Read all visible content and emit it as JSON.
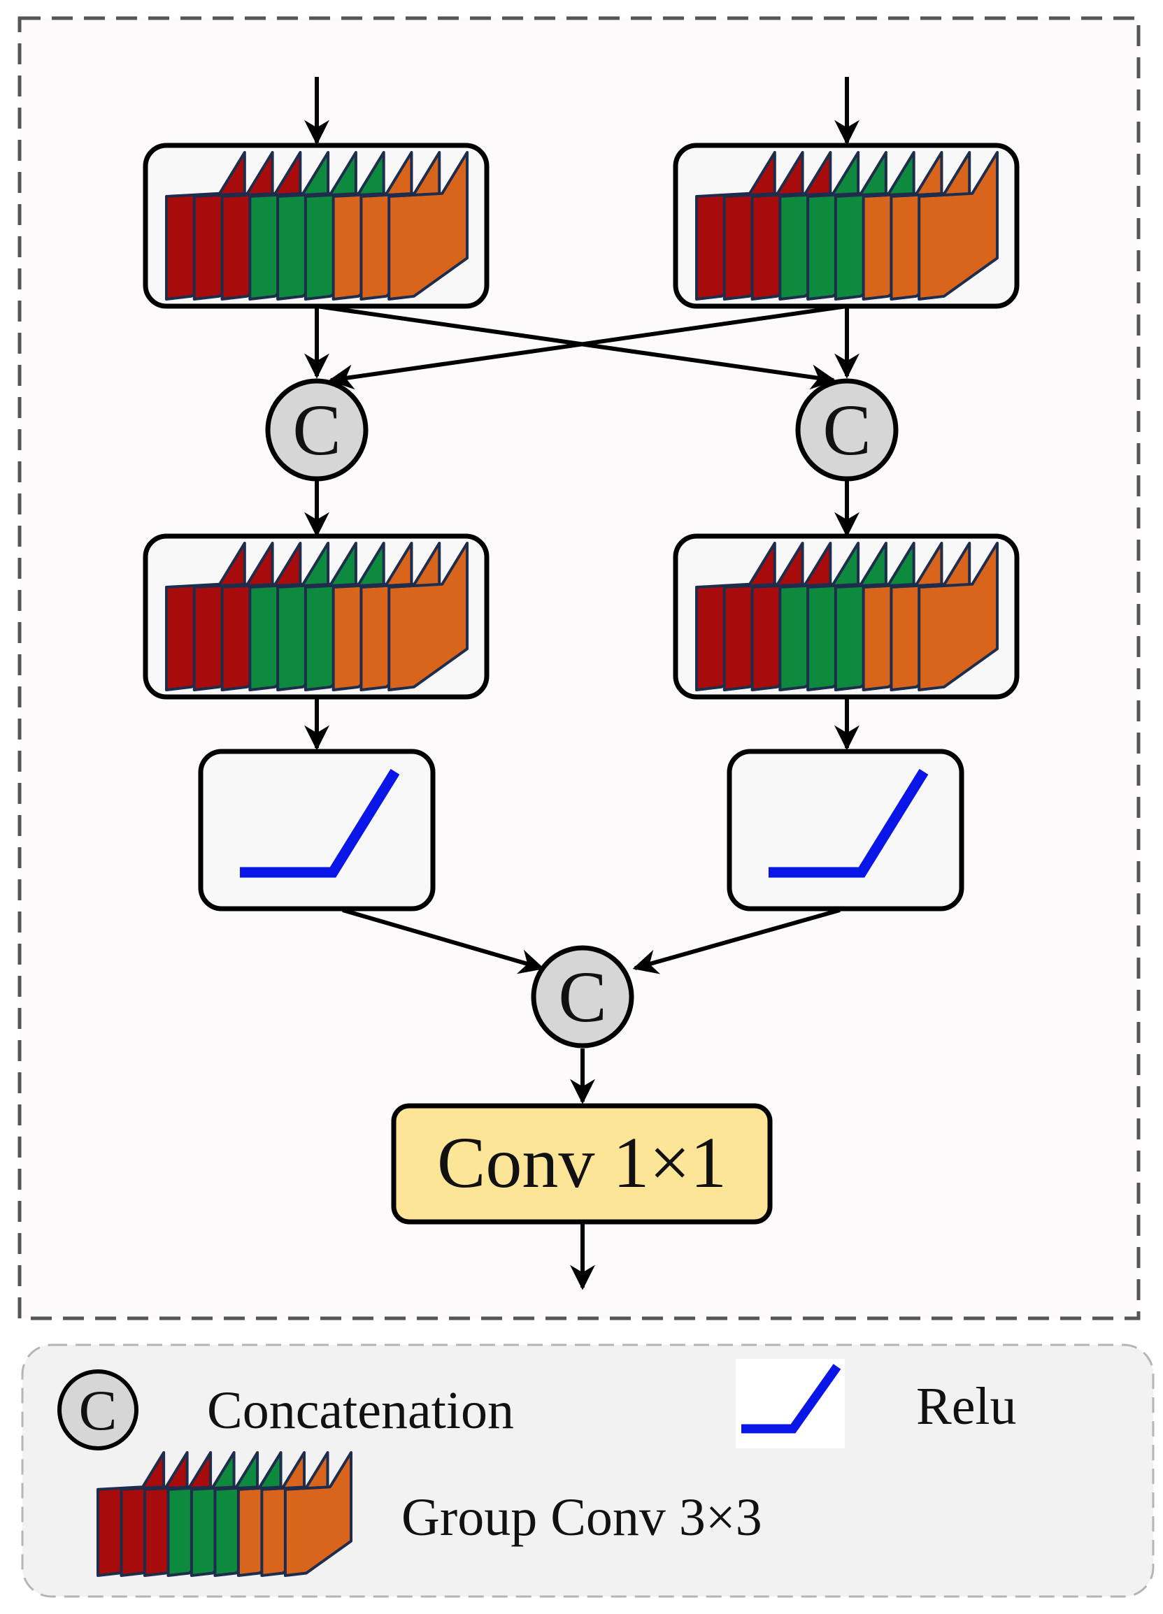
{
  "colors": {
    "page_background": "#ffffff",
    "panel_background": "#fdfafb",
    "legend_background": "#f2f2f2",
    "dashed_border": "#555555",
    "legend_border": "#b5b5b5",
    "block_background": "#f7f8f7",
    "conv_fill": "#fde597",
    "concat_fill": "#d6d6d6",
    "relu_line": "#0a15e8",
    "arrow": "#000000",
    "slice_red": "#a80b0b",
    "slice_green": "#0d8a3d",
    "slice_orange": "#d9651d",
    "slice_outline": "#1f2d4d"
  },
  "icons": {
    "concatenation": "circled-c-icon",
    "relu": "relu-curve-icon",
    "group_conv": "stacked-feature-maps-icon"
  },
  "nodes": {
    "concat_symbol": "C",
    "conv_label": "Conv 1×1"
  },
  "legend": {
    "concat_symbol": "C",
    "concatenation_label": "Concatenation",
    "relu_label": "Relu",
    "group_conv_label": "Group Conv 3×3"
  }
}
